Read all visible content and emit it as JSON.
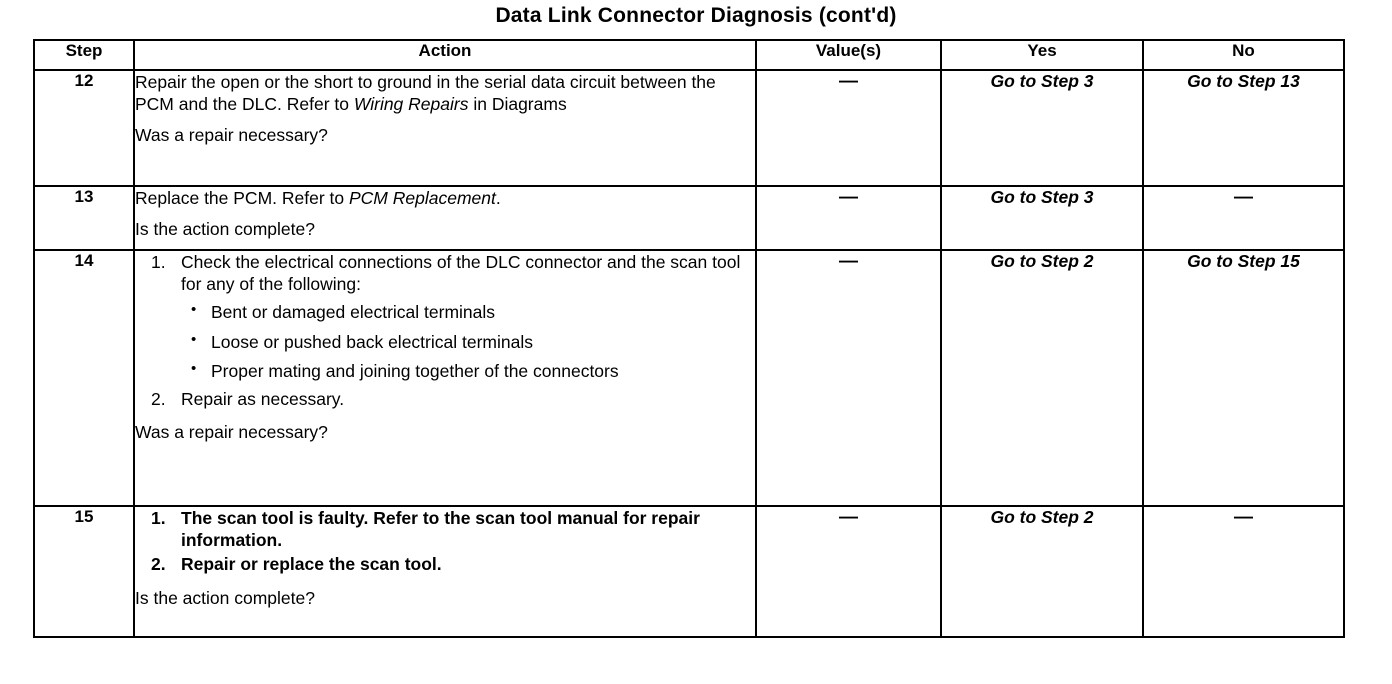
{
  "document": {
    "title": "Data Link Connector Diagnosis  (cont'd)"
  },
  "table": {
    "columns": [
      {
        "key": "step",
        "label": "Step"
      },
      {
        "key": "action",
        "label": "Action"
      },
      {
        "key": "value",
        "label": "Value(s)"
      },
      {
        "key": "yes",
        "label": "Yes"
      },
      {
        "key": "no",
        "label": "No"
      }
    ],
    "dash": "—",
    "bullet_glyph": "•",
    "rows": [
      {
        "step": "12",
        "action": {
          "paragraph_plain_1": "Repair the open or the short to ground in the serial data circuit between the PCM and the DLC. Refer to ",
          "paragraph_italic": "Wiring Repairs",
          "paragraph_plain_2": " in Diagrams",
          "question": "Was a repair necessary?"
        },
        "value": "—",
        "yes": "Go to Step 3",
        "no": "Go to Step 13"
      },
      {
        "step": "13",
        "action": {
          "paragraph_plain_1": "Replace the PCM. Refer to ",
          "paragraph_italic": "PCM Replacement",
          "paragraph_plain_2": ".",
          "question": "Is the action complete?"
        },
        "value": "—",
        "yes": "Go to Step 3",
        "no": "—"
      },
      {
        "step": "14",
        "action": {
          "list": [
            {
              "number": "1.",
              "text": "Check the electrical connections of the DLC connector and the scan tool for any of the following:",
              "bullets": [
                "Bent or damaged electrical terminals",
                "Loose or pushed back electrical terminals",
                "Proper mating and joining together of the connectors"
              ]
            },
            {
              "number": "2.",
              "text": "Repair as necessary."
            }
          ],
          "question": "Was a repair necessary?"
        },
        "value": "—",
        "yes": "Go to Step 2",
        "no": "Go to Step 15"
      },
      {
        "step": "15",
        "action": {
          "list": [
            {
              "number": "1.",
              "text": "The scan tool is faulty. Refer to the scan tool manual for repair information."
            },
            {
              "number": "2.",
              "text": "Repair or replace the scan tool."
            }
          ],
          "question": "Is the action complete?"
        },
        "value": "—",
        "yes": "Go to Step 2",
        "no": "—"
      }
    ]
  }
}
